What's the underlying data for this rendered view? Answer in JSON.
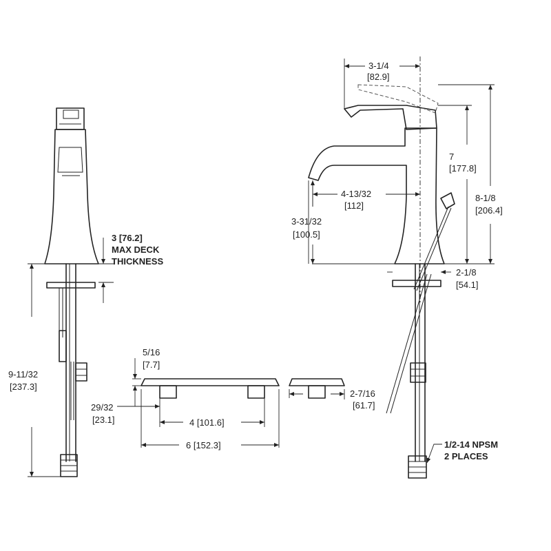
{
  "dimensions": {
    "top_width": {
      "in": "3-1/4",
      "mm": "[82.9]"
    },
    "height_7": {
      "in": "7",
      "mm": "[177.8]"
    },
    "height_8": {
      "in": "8-1/8",
      "mm": "[206.4]"
    },
    "spout_reach": {
      "in": "4-13/32",
      "mm": "[112]"
    },
    "spout_height": {
      "in": "3-31/32",
      "mm": "[100.5]"
    },
    "base_dia": {
      "in": "2-1/8",
      "mm": "[54.1]"
    },
    "max_deck": {
      "line1": "3  [76.2]",
      "line2": "MAX DECK",
      "line3": "THICKNESS"
    },
    "overall": {
      "in": "9-11/32",
      "mm": "[237.3]"
    },
    "plate_thick": {
      "in": "5/16",
      "mm": "[7.7]"
    },
    "plate_offset": {
      "in": "29/32",
      "mm": "[23.1]"
    },
    "centers": {
      "text": "4  [101.6]"
    },
    "plate_width": {
      "text": "6  [152.3]"
    },
    "small_plate": {
      "in": "2-7/16",
      "mm": "[61.7]"
    },
    "thread": {
      "line1": "1/2-14  NPSM",
      "line2": "2  PLACES"
    }
  }
}
